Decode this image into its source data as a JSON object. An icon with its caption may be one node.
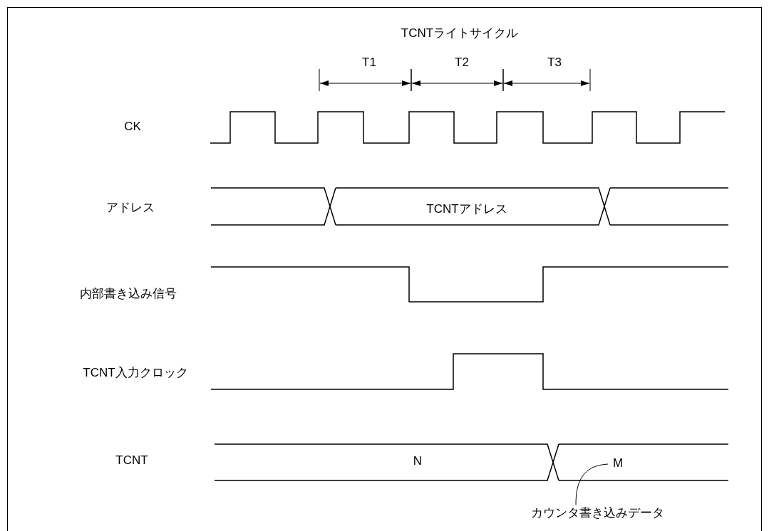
{
  "diagram": {
    "nodes": [
      {
        "text": [
          "カウンタ書き込みデータ"
        ]
      },
      {
        "text": [
          "M"
        ]
      }
    ],
    "edges": [
      {
        "from": 0,
        "to": 1,
        "arrow": "none"
      }
    ],
    "labels": [
      "TCNTライトサイクル",
      "T1",
      "T2",
      "T3",
      "CK",
      "アドレス",
      "TCNTアドレス",
      "内部書き込み信号",
      "TCNT入力クロック",
      "TCNT",
      "N"
    ]
  }
}
